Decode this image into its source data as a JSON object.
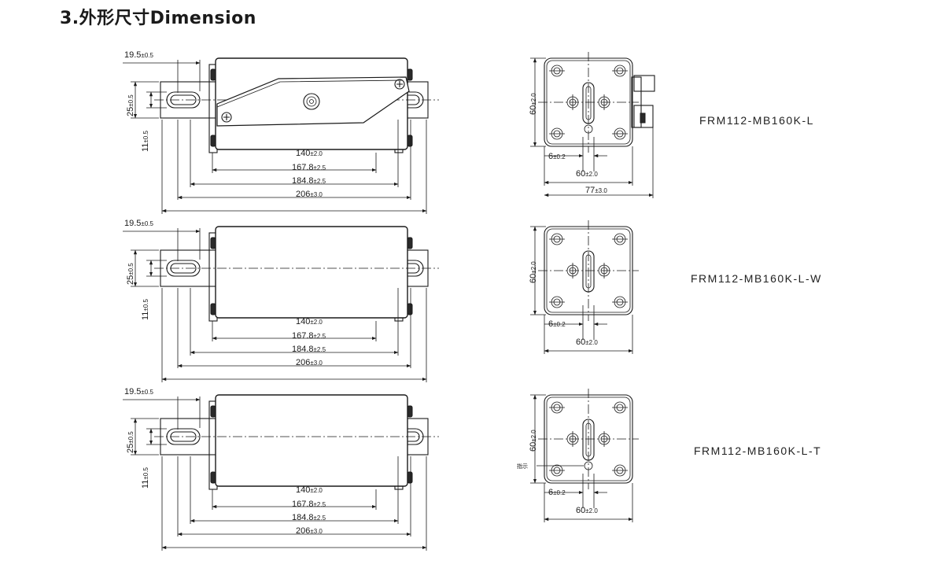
{
  "title": {
    "number": "3.",
    "text": "外形尺寸Dimension"
  },
  "dims": {
    "offset": "19.5",
    "offset_tol": "±0.5",
    "width25": "25",
    "width25_tol": "±0.5",
    "slot11": "11",
    "slot11_tol": "±0.5",
    "d140": "140",
    "d140_tol": "±2.0",
    "d167": "167.8",
    "d167_tol": "±2.5",
    "d184": "184.8",
    "d184_tol": "±2.5",
    "d206": "206",
    "d206_tol": "±3.0",
    "h60": "60",
    "h60_tol": "±2.0",
    "w60": "60",
    "w60_tol": "±2.0",
    "w6": "6",
    "w6_tol": "±0.2",
    "w77": "77",
    "w77_tol": "±3.0"
  },
  "indicator_label": "指示",
  "models": [
    "FRM112-MB160K-L",
    "FRM112-MB160K-L-W",
    "FRM112-MB160K-L-T"
  ]
}
